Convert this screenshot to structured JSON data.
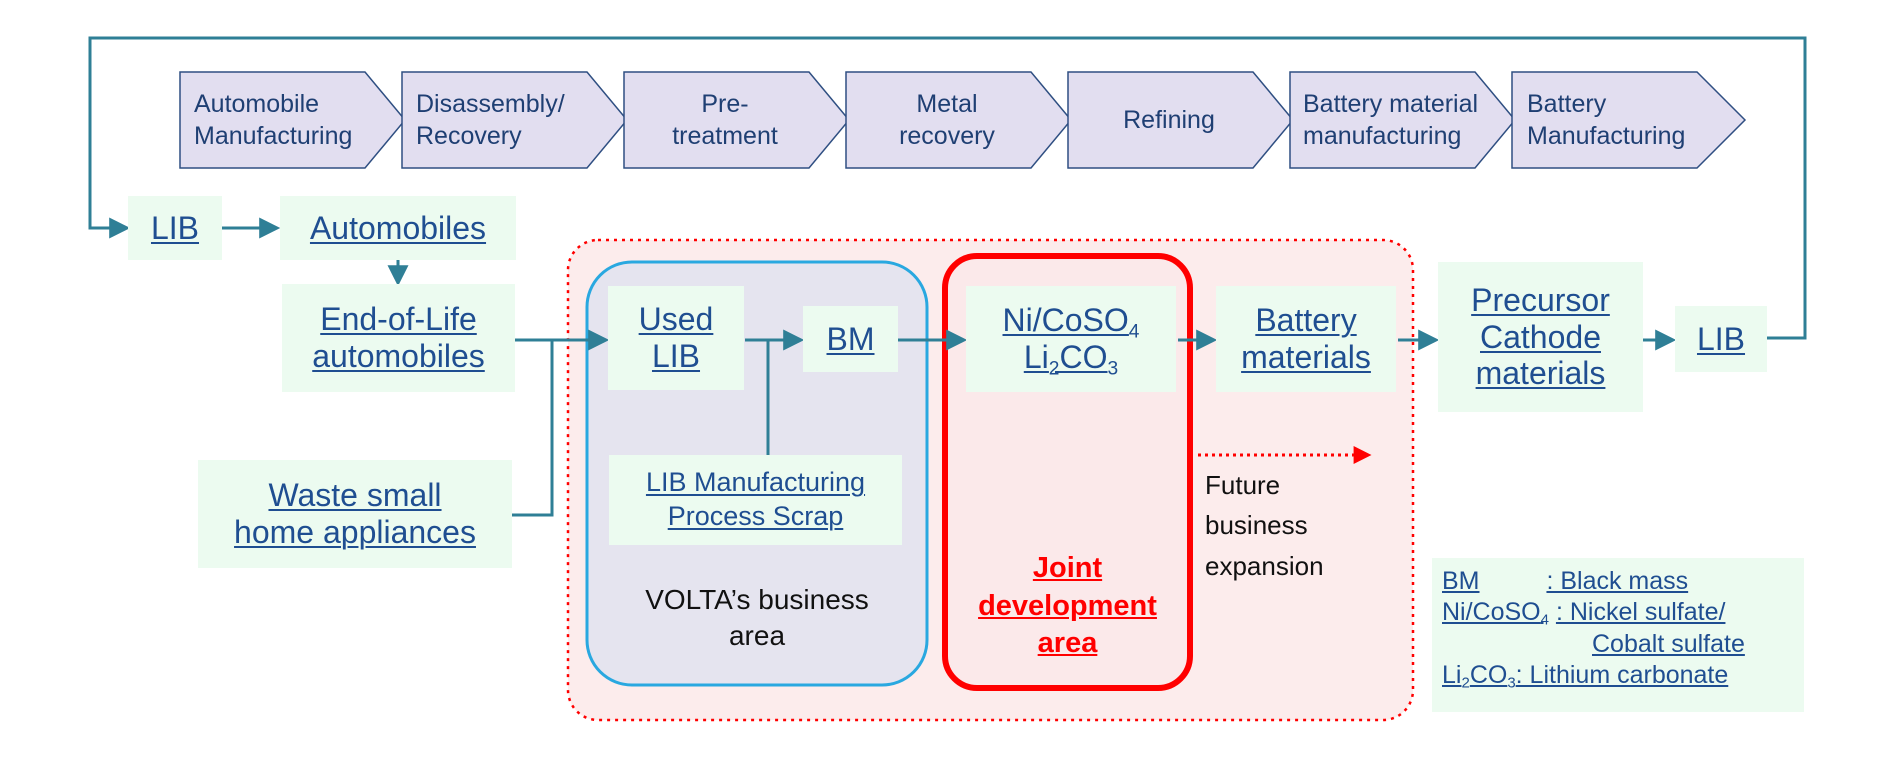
{
  "process_steps": [
    [
      "Automobile",
      "Manufacturing"
    ],
    [
      "Disassembly/",
      "Recovery"
    ],
    [
      "Pre-",
      "treatment"
    ],
    [
      "Metal",
      "recovery"
    ],
    [
      "Refining"
    ],
    [
      "Battery material",
      "manufacturing"
    ],
    [
      "Battery",
      "Manufacturing"
    ]
  ],
  "nodes": {
    "lib_start": "LIB",
    "automobiles": "Automobiles",
    "eol_line1": "End-of-Life",
    "eol_line2": "automobiles",
    "waste_line1": "Waste small",
    "waste_line2": "home appliances",
    "used_line1": "Used",
    "used_line2": "LIB",
    "bm": "BM",
    "scrap_line1": "LIB Manufacturing",
    "scrap_line2": "Process Scrap",
    "nicoso_a": "Ni/CoSO",
    "nicoso_sub": "4",
    "li_a": "Li",
    "li_sub1": "2",
    "li_b": "CO",
    "li_sub2": "3",
    "battery_line1": "Battery",
    "battery_line2": "materials",
    "precursor_line1": "Precursor",
    "precursor_line2": "Cathode",
    "precursor_line3": "materials",
    "lib_end": "LIB"
  },
  "areas": {
    "volta_line1": "VOLTA’s business",
    "volta_line2": "area",
    "joint_line1": "Joint",
    "joint_line2": "development",
    "joint_line3": "area",
    "future_line1": "Future",
    "future_line2": "business",
    "future_line3": "expansion"
  },
  "legend": {
    "bm_key": "BM",
    "bm_val": ": Black mass",
    "ni_key": "Ni/CoSO",
    "ni_sub": "4",
    "ni_val": ": Nickel sulfate/",
    "ni_val2": "Cobalt sulfate",
    "li_key_a": "Li",
    "li_key_sub1": "2",
    "li_key_b": "CO",
    "li_key_sub2": "3",
    "li_val": ": Lithium carbonate"
  },
  "colors": {
    "node_bg": "#ecfbf0",
    "node_text": "#1f4e91",
    "arrow": "#2f7f96",
    "step_fill": "#e2def0",
    "step_stroke": "#2f4f82",
    "volta_border": "#29a8e0",
    "joint_border": "#ff0000",
    "outer_region": "#fcecec"
  }
}
